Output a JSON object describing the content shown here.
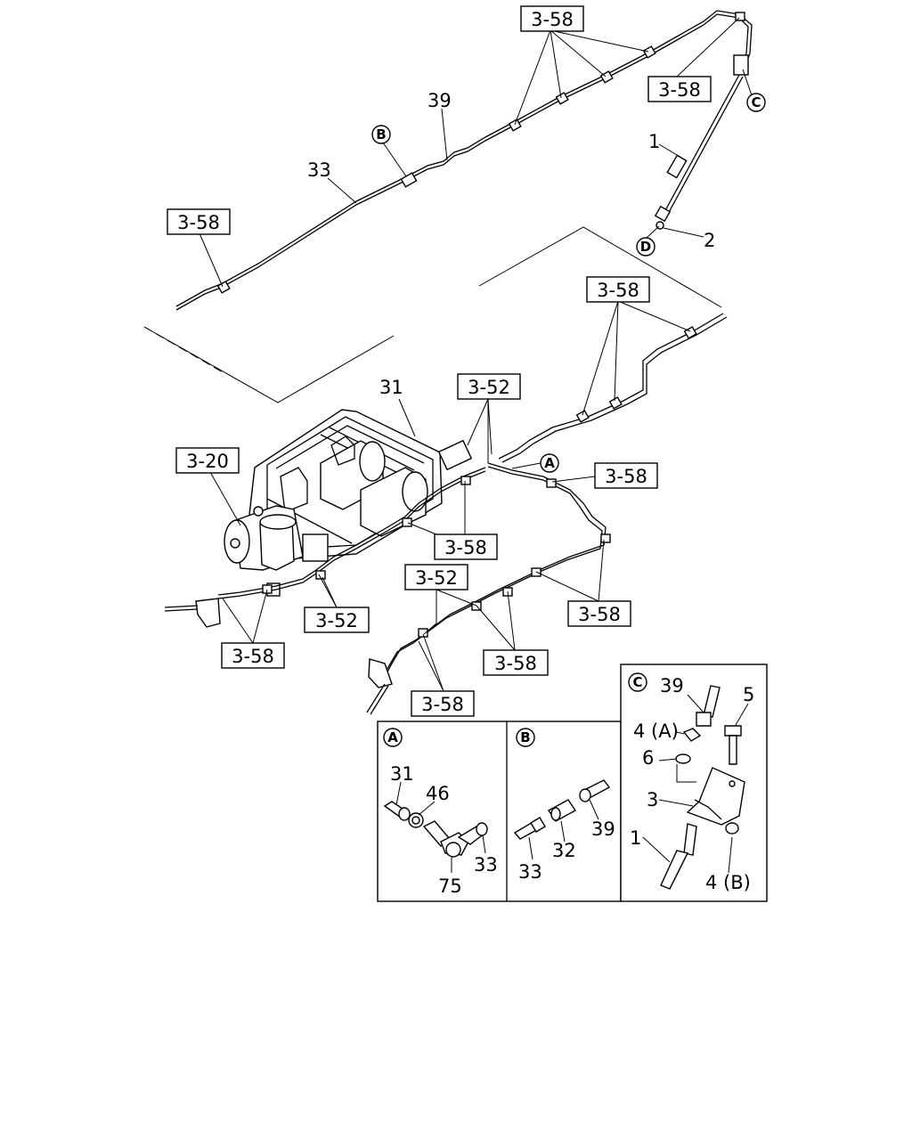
{
  "ref_boxes": {
    "top": "3-58",
    "top_right": "3-58",
    "left": "3-58",
    "mid_right": "3-58",
    "upper_valve": "3-52",
    "tank": "3-20",
    "right_a": "3-58",
    "center_mid": "3-58",
    "center_52": "3-52",
    "lower_right": "3-58",
    "lower_left_52": "3-52",
    "lower_left_58": "3-58",
    "bottom_center": "3-58",
    "bottom_58": "3-58"
  },
  "part_numbers": {
    "p39_top": "39",
    "p33_top": "33",
    "p1_top": "1",
    "p2_top": "2",
    "p31_main": "31",
    "a_31": "31",
    "a_46": "46",
    "a_33": "33",
    "a_75": "75",
    "b_33": "33",
    "b_32": "32",
    "b_39": "39",
    "c_39": "39",
    "c_5": "5",
    "c_4a": "4 (A)",
    "c_6": "6",
    "c_3": "3",
    "c_1": "1",
    "c_4b": "4 (B)"
  },
  "circle_markers": {
    "A_main": "A",
    "B_main": "B",
    "C_main": "C",
    "D_main": "D",
    "A_detail": "A",
    "B_detail": "B",
    "C_detail": "C"
  }
}
